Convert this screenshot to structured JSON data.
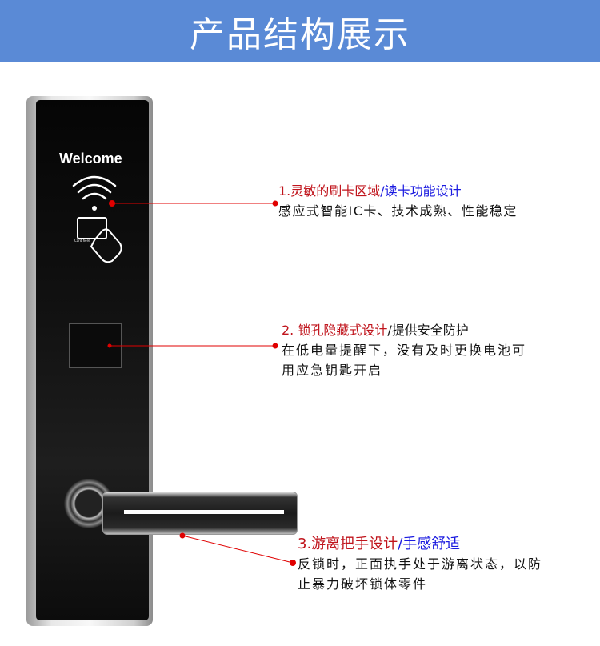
{
  "header": {
    "title": "产品结构展示"
  },
  "lock": {
    "screen_text": "Welcome",
    "card_label": "Card here"
  },
  "colors": {
    "header_bg": "#5a8ad6",
    "highlight_red": "#c0141c",
    "highlight_blue": "#1a1ae0",
    "pointer": "#e00000"
  },
  "features": [
    {
      "title_red": "1.灵敏的刷卡区域",
      "title_rest": "/读卡功能设计",
      "lines": [
        "感应式智能IC卡、技术成熟、性能稳定"
      ]
    },
    {
      "title_red": "2. 锁孔隐藏式设计",
      "title_rest": "/提供安全防护",
      "lines": [
        "在低电量提醒下，没有及时更换电池可",
        "用应急钥匙开启"
      ]
    },
    {
      "title_red": "3.游离把手设计",
      "title_rest": "/手感舒适",
      "lines": [
        "反锁时，正面执手处于游离状态，以防",
        "止暴力破坏锁体零件"
      ]
    }
  ]
}
